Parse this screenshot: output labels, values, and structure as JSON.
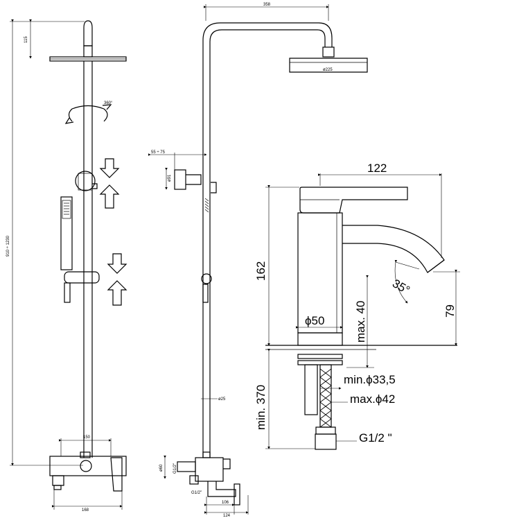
{
  "front_view": {
    "dim_head_height": "115",
    "dim_total_height": "910 ÷ 1230",
    "rotation": "360°",
    "dim_bottom_inner": "150",
    "dim_bottom_outer": "168"
  },
  "side_view": {
    "dim_arm": "358",
    "dim_head_diameter": "ø225",
    "dim_holder": "55 ÷ 75",
    "dim_holder_diameter": "ø91",
    "dim_pipe_diameter": "ø25",
    "dim_inlet_diameter": "ø60",
    "dim_inlet_thread": "G1/2\"",
    "dim_mixer_inner": "106",
    "dim_mixer_outer": "124",
    "dim_outlet_thread": "G1/2\""
  },
  "basin_mixer": {
    "dim_length": "122",
    "dim_height": "162",
    "dim_angle": "35°",
    "dim_spout_height": "79",
    "dim_max_thickness": "max. 40",
    "dim_body_diameter": "ϕ50",
    "dim_hole_min": "min.ϕ33,5",
    "dim_hole_max": "max.ϕ42",
    "dim_hose_length": "min. 370",
    "dim_connection": "G1/2 \""
  }
}
